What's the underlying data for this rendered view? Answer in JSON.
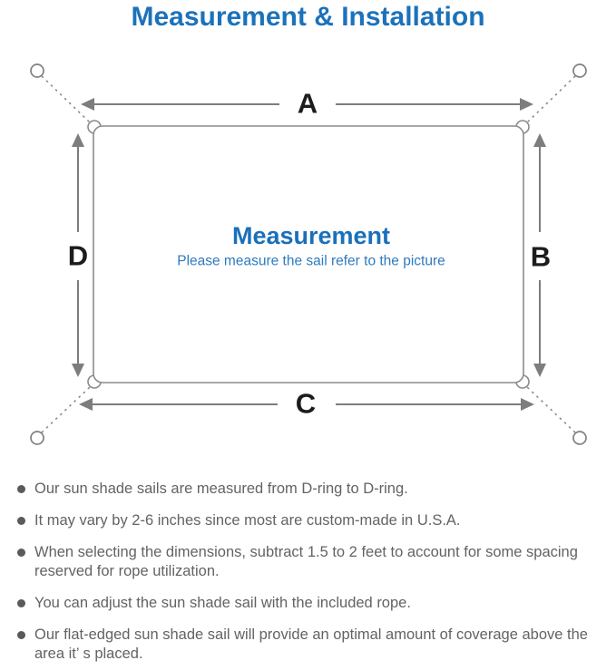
{
  "page": {
    "title": "Measurement & Installation"
  },
  "diagram": {
    "label_a": "A",
    "label_b": "B",
    "label_c": "C",
    "label_d": "D",
    "center_title": "Measurement",
    "center_subtitle": "Please measure the sail refer to the picture"
  },
  "colors": {
    "title_blue": "#1b72ba",
    "center_title_blue": "#1a70ba",
    "subtitle_blue": "#2e7abf",
    "diagram_line_gray": "#858585",
    "dimension_label_black": "#1c1c1c",
    "note_text_gray": "#636363"
  },
  "notes": {
    "items": [
      "Our sun shade sails are measured from D-ring to D-ring.",
      "It may vary by 2-6 inches since most are custom-made in U.S.A.",
      "When selecting the dimensions, subtract 1.5 to 2 feet to account for some spacing reserved for rope utilization.",
      "You can adjust the sun shade sail with the included rope.",
      "Our flat-edged sun shade sail will provide an optimal amount of coverage above the area it’ s placed."
    ]
  }
}
